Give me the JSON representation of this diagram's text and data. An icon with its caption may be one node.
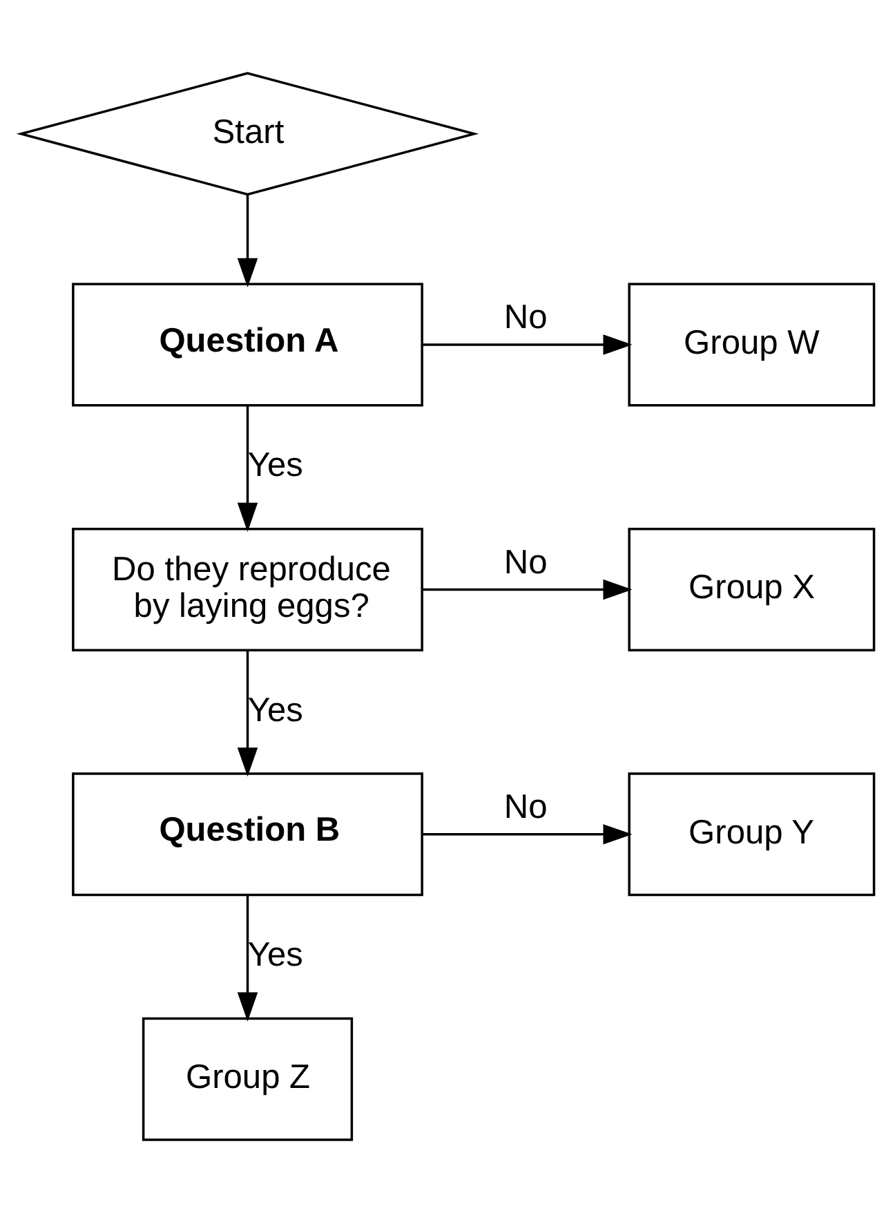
{
  "diagram": {
    "nodes": [
      {
        "text": [
          "Start"
        ]
      },
      {
        "text": [
          "Question A"
        ]
      },
      {
        "text": [
          "Group W"
        ]
      },
      {
        "text": [
          "Do they reproduce by laying eggs?"
        ]
      },
      {
        "text": [
          "Group X"
        ]
      },
      {
        "text": [
          "Question B"
        ]
      },
      {
        "text": [
          "Group Y"
        ]
      },
      {
        "text": [
          "Group Z"
        ]
      }
    ],
    "edges": [
      {
        "from": 0,
        "to": 1,
        "arrow": "to"
      },
      {
        "from": 1,
        "to": 2,
        "arrow": "to",
        "label": "No"
      },
      {
        "from": 1,
        "to": 3,
        "arrow": "to",
        "label": "Yes"
      },
      {
        "from": 3,
        "to": 4,
        "arrow": "to",
        "label": "No"
      },
      {
        "from": 3,
        "to": 5,
        "arrow": "to",
        "label": "Yes"
      },
      {
        "from": 5,
        "to": 6,
        "arrow": "to",
        "label": "No"
      },
      {
        "from": 5,
        "to": 7,
        "arrow": "to",
        "label": "Yes"
      }
    ]
  }
}
